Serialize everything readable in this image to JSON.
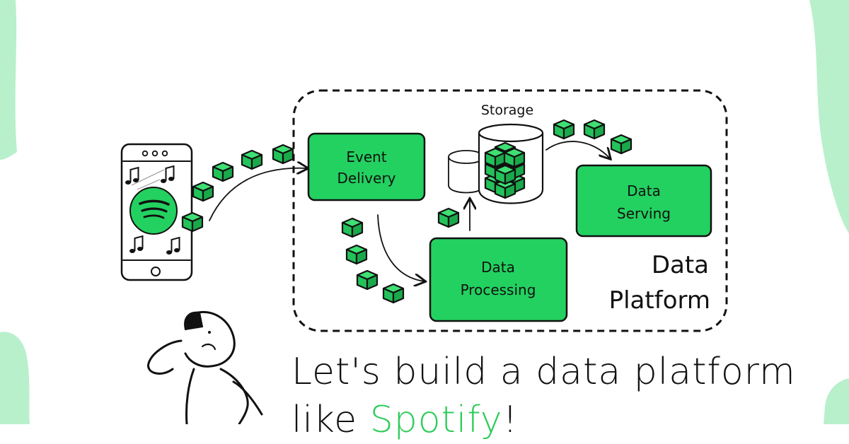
{
  "diagram": {
    "storage_label": "Storage",
    "event_delivery": [
      "Event",
      "Delivery"
    ],
    "data_processing": [
      "Data",
      "Processing"
    ],
    "data_serving": [
      "Data",
      "Serving"
    ],
    "platform_label": [
      "Data",
      "Platform"
    ]
  },
  "headline": {
    "line1": "Let's build a data platform",
    "line2_prefix": "like ",
    "line2_accent": "Spotify",
    "line2_suffix": "!"
  },
  "colors": {
    "box_green": "#23d160",
    "accent_green": "#2ecc5a",
    "blob_mint": "#b8f0cc",
    "ink": "#111111"
  },
  "icons": [
    "phone-icon",
    "spotify-logo-icon",
    "music-note-icon",
    "data-cube-icon",
    "storage-cylinder-icon",
    "thinking-person-icon"
  ]
}
